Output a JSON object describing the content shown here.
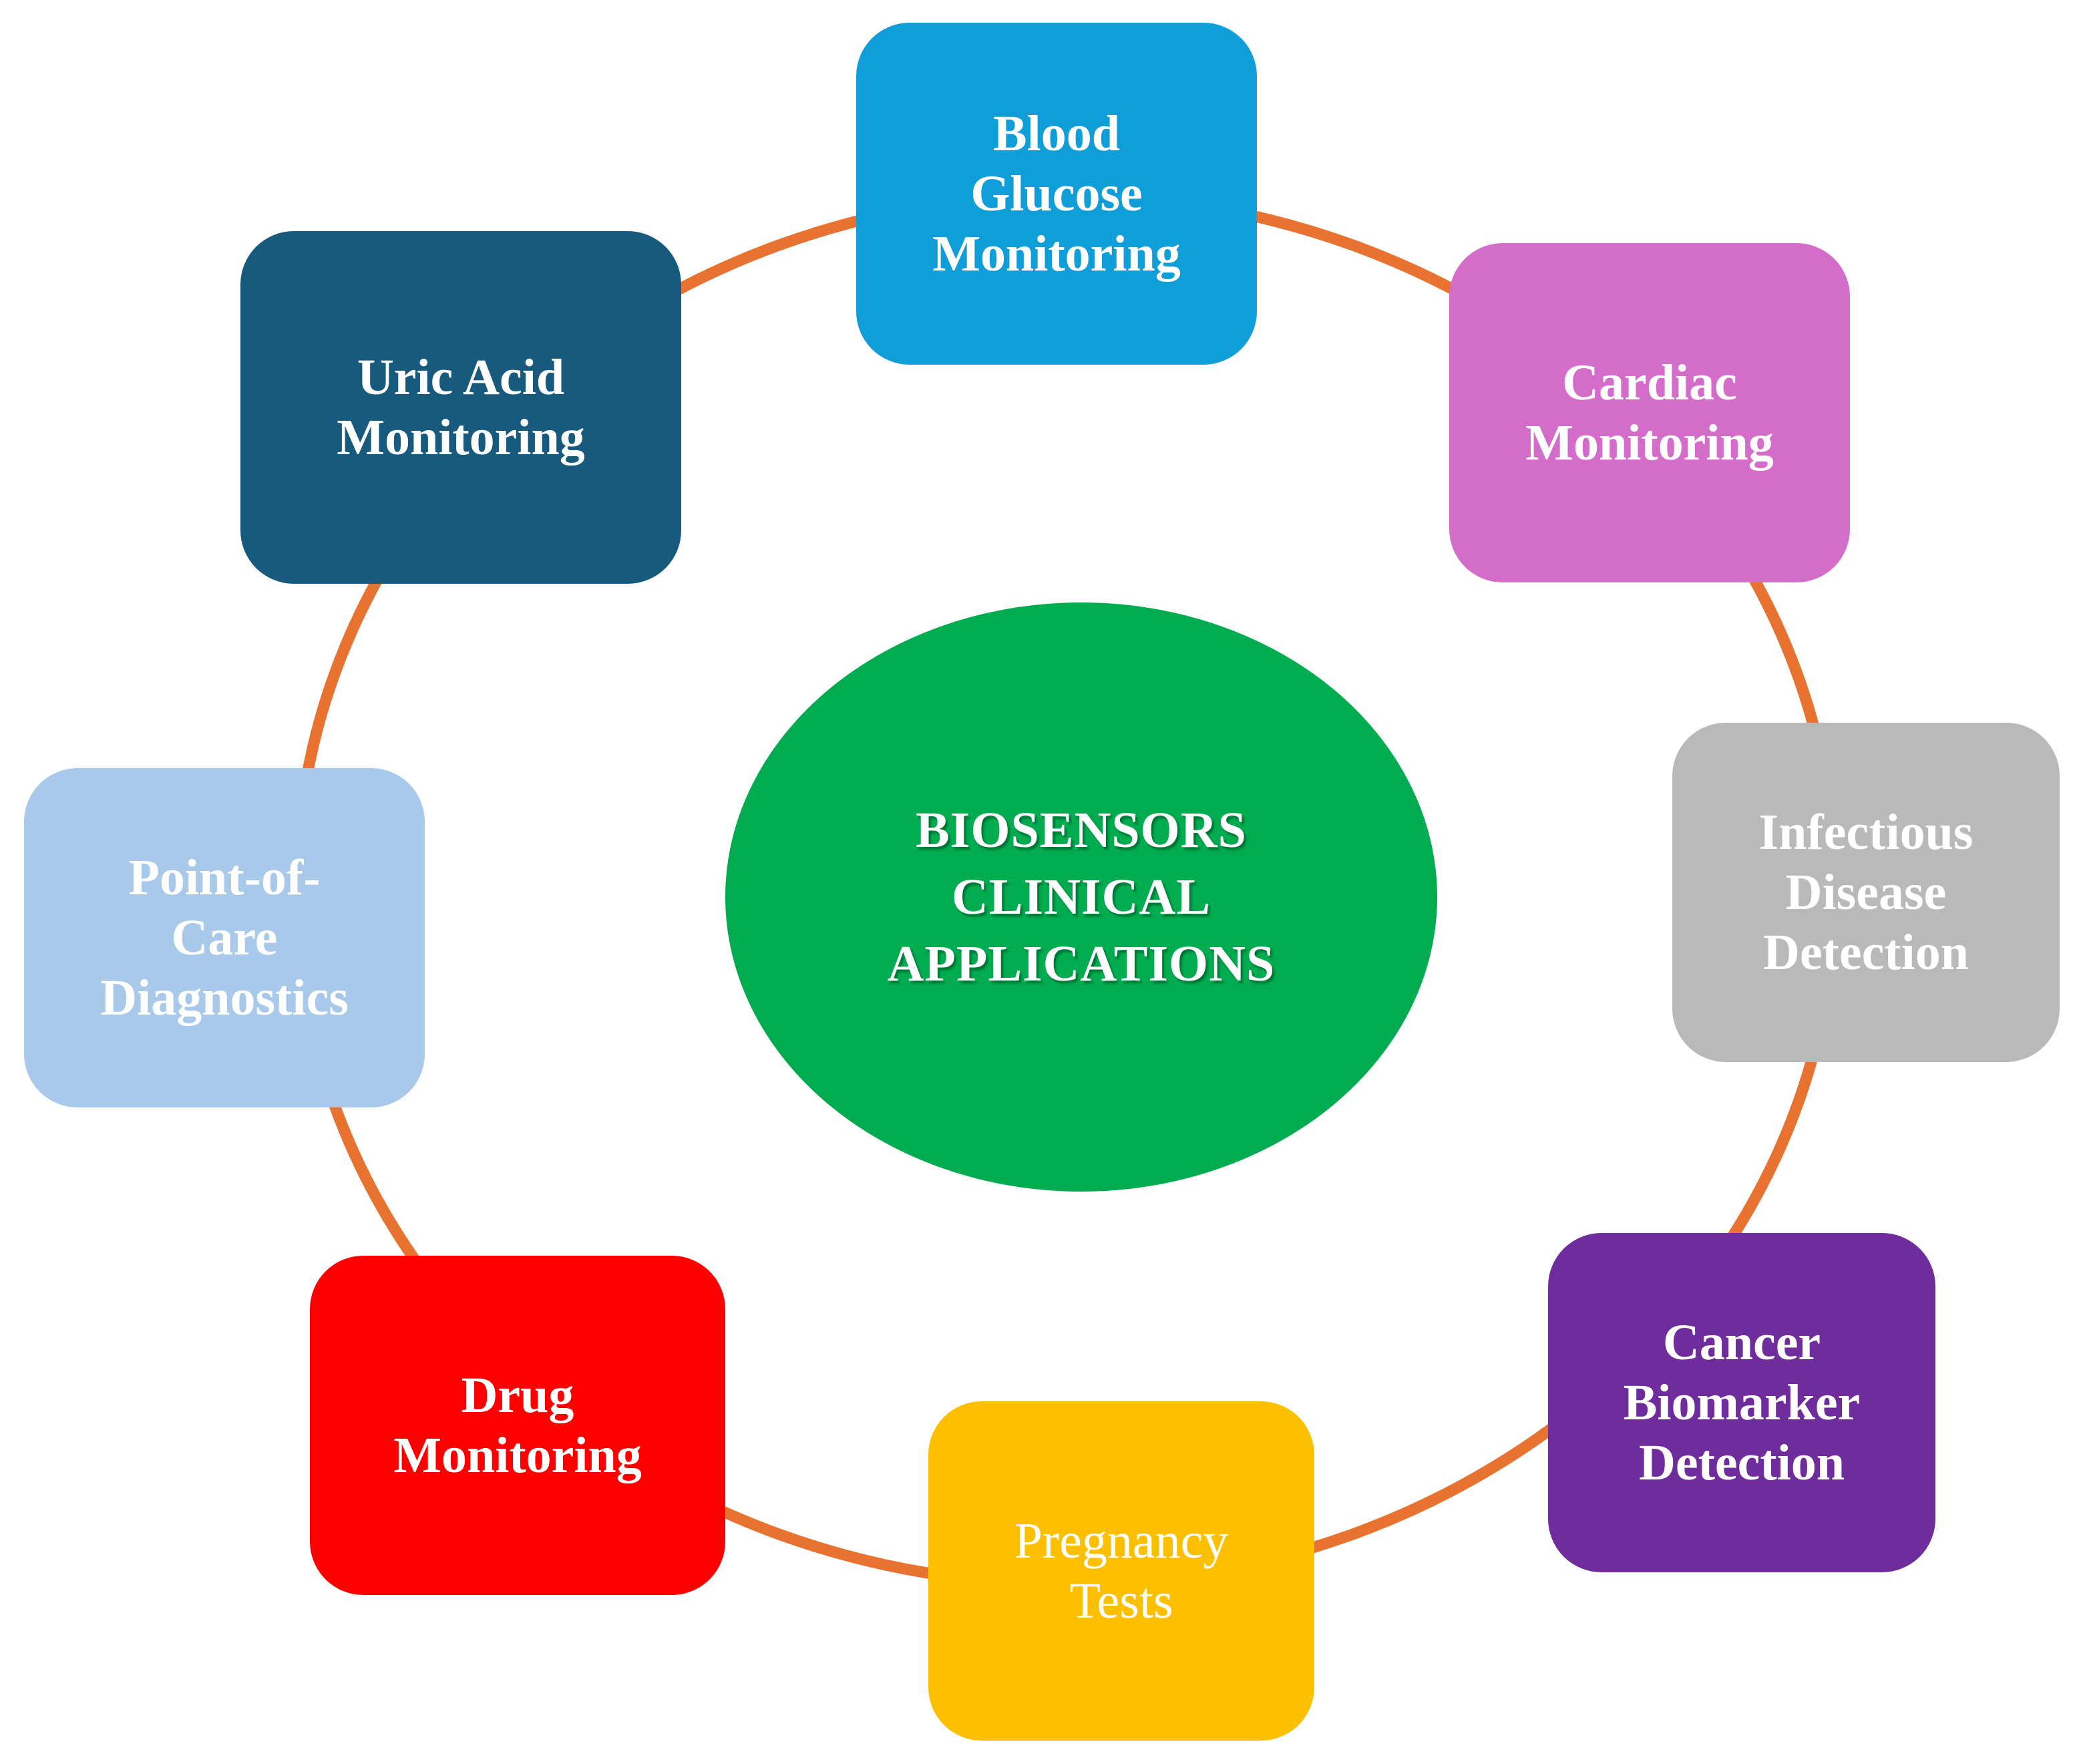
{
  "center": {
    "label": "BIOSENSORS\nCLINICAL\nAPPLICATIONS",
    "color": "#00ac4f"
  },
  "ring": {
    "color": "#e8722f"
  },
  "nodes": [
    {
      "id": "blood-glucose",
      "label": "Blood\nGlucose\nMonitoring",
      "color": "#109ed8",
      "text_style": "bold"
    },
    {
      "id": "cardiac",
      "label": "Cardiac\nMonitoring",
      "color": "#d46cc9",
      "text_style": "bold"
    },
    {
      "id": "infectious",
      "label": "Infectious\nDisease\nDetection",
      "color": "#b9b9b9",
      "text_style": "bold"
    },
    {
      "id": "cancer",
      "label": "Cancer\nBiomarker\nDetection",
      "color": "#6f2c9c",
      "text_style": "bold"
    },
    {
      "id": "pregnancy",
      "label": "Pregnancy\nTests",
      "color": "#fcc000",
      "text_style": "normal"
    },
    {
      "id": "drug",
      "label": "Drug\nMonitoring",
      "color": "#ff0000",
      "text_style": "bold"
    },
    {
      "id": "poc",
      "label": "Point-of-\nCare\nDiagnostics",
      "color": "#a8c9ea",
      "text_style": "bold"
    },
    {
      "id": "uric",
      "label": "Uric Acid\nMonitoring",
      "color": "#175a7d",
      "text_style": "bold"
    }
  ]
}
